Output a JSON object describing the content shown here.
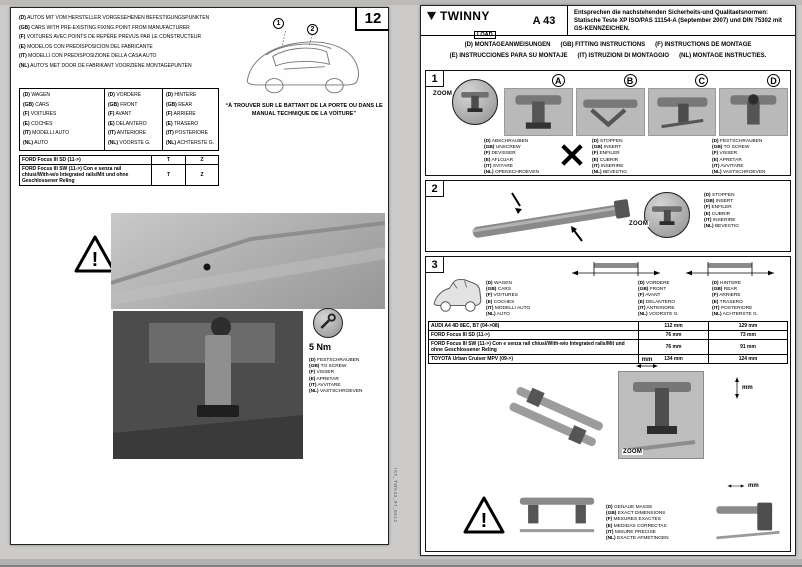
{
  "labels": {
    "zoom": "ZOOM",
    "mm": "mm",
    "warning": "!"
  },
  "page_left": {
    "page_number": "12",
    "header_lines": [
      {
        "code": "(D)",
        "text": "AUTOS MIT VOM HERSTELLER VORGESEHENEN BEFESTIGUNGSPUNKTEN"
      },
      {
        "code": "(GB)",
        "text": "CARS WITH PRE-EXISTING FIXING POINT FROM MANUFACTURER"
      },
      {
        "code": "(F)",
        "text": "VOITURES AVEC POINTS DE REPÈRE PRÉVUS PAR LE CONSTRUCTEUR"
      },
      {
        "code": "(E)",
        "text": "MODELOS CON PREDISPOSICION DEL FABRICANTE"
      },
      {
        "code": "(IT)",
        "text": "MODELLI CON PREDISPOSIZIONE DELLA CASA AUTO"
      },
      {
        "code": "(NL)",
        "text": "AUTO'S MET DOOR DE FABRIKANT VOORZIENE MONTAGEPUNTEN"
      }
    ],
    "callouts": [
      "1",
      "2"
    ],
    "spec_columns": {
      "cars": [
        {
          "code": "(D)",
          "text": "WAGEN"
        },
        {
          "code": "(GB)",
          "text": "CARS"
        },
        {
          "code": "(F)",
          "text": "VOITURES"
        },
        {
          "code": "(E)",
          "text": "COCHES"
        },
        {
          "code": "(IT)",
          "text": "MODELLI AUTO"
        },
        {
          "code": "(NL)",
          "text": "AUTO"
        }
      ],
      "front": [
        {
          "code": "(D)",
          "text": "VORDERE"
        },
        {
          "code": "(GB)",
          "text": "FRONT"
        },
        {
          "code": "(F)",
          "text": "AVANT"
        },
        {
          "code": "(E)",
          "text": "DELANTERO"
        },
        {
          "code": "(IT)",
          "text": "ANTERIORE"
        },
        {
          "code": "(NL)",
          "text": "VOORSTE G."
        }
      ],
      "rear": [
        {
          "code": "(D)",
          "text": "HINTERE"
        },
        {
          "code": "(GB)",
          "text": "REAR"
        },
        {
          "code": "(F)",
          "text": "ARRIERE"
        },
        {
          "code": "(E)",
          "text": "TRASERO"
        },
        {
          "code": "(IT)",
          "text": "POSTERIORE"
        },
        {
          "code": "(NL)",
          "text": "ACHTERSTE G."
        }
      ]
    },
    "door_note": "“À TROUVER SUR LE BATTANT DE LA PORTE OU DANS LE MANUAL TECHNIQUE DE LA VOITURE”",
    "car_table_rows": [
      {
        "model": "FORD Focus III SD (11->)",
        "front": "T",
        "rear": "Z"
      },
      {
        "model": "FORD Focus III SW (11->) Con e senza rail chiusi/With-w/o Integrated rails/Mit und ohne Geschlossener Reling",
        "front": "T",
        "rear": "Z"
      }
    ],
    "torque": "5 Nm",
    "screw_list": [
      {
        "code": "(D)",
        "text": "FESTSCHRAUBEN"
      },
      {
        "code": "(GB)",
        "text": "TO SCREW"
      },
      {
        "code": "(F)",
        "text": "VISSER"
      },
      {
        "code": "(E)",
        "text": "APRETAR"
      },
      {
        "code": "(IT)",
        "text": "AVVITARE"
      },
      {
        "code": "(NL)",
        "text": "VASTSCHROEVEN"
      }
    ],
    "doc_code": "IST_TWA43_07_5612"
  },
  "page_right": {
    "brand": {
      "name": "TWINNY",
      "sub": "LOAD",
      "model": "A 43"
    },
    "standards_lines": [
      "Entsprechen die nachstehenden Sicherheits-und Qualitaetsnormen:",
      "Statische Teste XP ISO/PAS 11154-A (September 2007) und DIN 75302 mit GS-KENNZEICHEN."
    ],
    "instructions_line1": [
      {
        "code": "(D)",
        "text": "MONTAGEANWEISUNGEN"
      },
      {
        "code": "(GB)",
        "text": "FITTING INSTRUCTIONS"
      },
      {
        "code": "(F)",
        "text": "INSTRUCTIONS DE MONTAGE"
      }
    ],
    "instructions_line2": [
      {
        "code": "(E)",
        "text": "INSTRUCCIONES PARA SU MONTAJE"
      },
      {
        "code": "(IT)",
        "text": "ISTRUZIONI DI MONTAGGIO"
      },
      {
        "code": "(NL)",
        "text": "MONTAGE INSTRUCTIES."
      }
    ],
    "step1": {
      "number": "1",
      "panels": [
        "A",
        "B",
        "C",
        "D"
      ],
      "unscrew_list": [
        {
          "code": "(D)",
          "text": "ABSCHRAUBEN"
        },
        {
          "code": "(GB)",
          "text": "UNSCREW"
        },
        {
          "code": "(F)",
          "text": "DEVISSER"
        },
        {
          "code": "(E)",
          "text": "AFLOJAR"
        },
        {
          "code": "(IT)",
          "text": "SVITARE"
        },
        {
          "code": "(NL)",
          "text": "OPENSCHROEVEN"
        }
      ],
      "insert_list": [
        {
          "code": "(D)",
          "text": "STOPFEN"
        },
        {
          "code": "(GB)",
          "text": "INSERT"
        },
        {
          "code": "(F)",
          "text": "ENFILER"
        },
        {
          "code": "(E)",
          "text": "CUBRIR"
        },
        {
          "code": "(IT)",
          "text": "INSERIRE"
        },
        {
          "code": "(NL)",
          "text": "BEVESTIG"
        }
      ],
      "screw_list": [
        {
          "code": "(D)",
          "text": "FESTSCHRAUBEN"
        },
        {
          "code": "(GB)",
          "text": "TO SCREW"
        },
        {
          "code": "(F)",
          "text": "VISSER"
        },
        {
          "code": "(E)",
          "text": "APRETAR"
        },
        {
          "code": "(IT)",
          "text": "AVVITARE"
        },
        {
          "code": "(NL)",
          "text": "VASTSCHROEVEN"
        }
      ]
    },
    "step2": {
      "number": "2",
      "insert_list": [
        {
          "code": "(D)",
          "text": "STOPFEN"
        },
        {
          "code": "(GB)",
          "text": "INSERT"
        },
        {
          "code": "(F)",
          "text": "ENFILER"
        },
        {
          "code": "(E)",
          "text": "CUBRIR"
        },
        {
          "code": "(IT)",
          "text": "INSERIRE"
        },
        {
          "code": "(NL)",
          "text": "BEVESTIG"
        }
      ]
    },
    "step3": {
      "number": "3",
      "spec_columns": {
        "cars": [
          {
            "code": "(D)",
            "text": "WAGEN"
          },
          {
            "code": "(GB)",
            "text": "CARS"
          },
          {
            "code": "(F)",
            "text": "VOITURES"
          },
          {
            "code": "(E)",
            "text": "COCHES"
          },
          {
            "code": "(IT)",
            "text": "MODELLI AUTO"
          },
          {
            "code": "(NL)",
            "text": "AUTO"
          }
        ],
        "front": [
          {
            "code": "(D)",
            "text": "VORDERE"
          },
          {
            "code": "(GB)",
            "text": "FRONT"
          },
          {
            "code": "(F)",
            "text": "AVANT"
          },
          {
            "code": "(E)",
            "text": "DELANTERO"
          },
          {
            "code": "(IT)",
            "text": "ANTERIORE"
          },
          {
            "code": "(NL)",
            "text": "VOORSTE G."
          }
        ],
        "rear": [
          {
            "code": "(D)",
            "text": "HINTERE"
          },
          {
            "code": "(GB)",
            "text": "REAR"
          },
          {
            "code": "(F)",
            "text": "ARRIERE"
          },
          {
            "code": "(E)",
            "text": "TRASERO"
          },
          {
            "code": "(IT)",
            "text": "POSTERIORE"
          },
          {
            "code": "(NL)",
            "text": "ACHTERSTE G."
          }
        ]
      },
      "measure_table_rows": [
        {
          "model": "AUDI A4 4D 8EC, B7  (04->08)",
          "front": "112 mm",
          "rear": "129 mm"
        },
        {
          "model": "FORD Focus III SD (11->)",
          "front": "76 mm",
          "rear": "73 mm"
        },
        {
          "model": "FORD Focus III SW (11->) Con e senza rail chiusi/With-w/o Integrated rails/Mit und ohne Geschlossener Reling",
          "front": "76 mm",
          "rear": "91 mm"
        },
        {
          "model": "TOYOTA Urban Cruiser MPV (09->)",
          "front": "134 mm",
          "rear": "124 mm"
        }
      ],
      "exact_list": [
        {
          "code": "(D)",
          "text": "GENAUE MASSE"
        },
        {
          "code": "(GB)",
          "text": "EXACT DIMENSIONS"
        },
        {
          "code": "(F)",
          "text": "MESURES EXACTES"
        },
        {
          "code": "(E)",
          "text": "MEDIDAS CORRECTAS"
        },
        {
          "code": "(IT)",
          "text": "MISURE PRECISE"
        },
        {
          "code": "(NL)",
          "text": "EXACTE AFMETINGEN"
        }
      ]
    }
  }
}
